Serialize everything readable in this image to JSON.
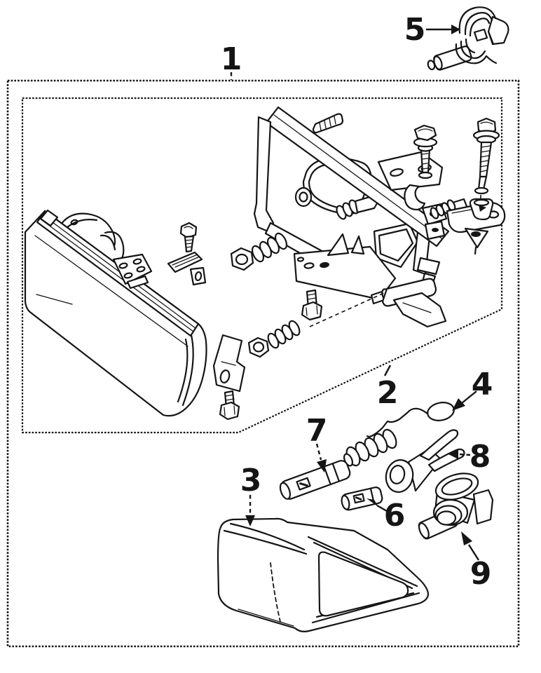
{
  "colors": {
    "ink": "#151515",
    "paper": "#ffffff"
  },
  "diagram": {
    "type": "exploded-parts-diagram",
    "subject": "Headlamp and fog lamp assembly",
    "callouts": [
      {
        "number": "1",
        "part": "headlamp-assembly-box"
      },
      {
        "number": "2",
        "part": "mounting-bracket-panel"
      },
      {
        "number": "3",
        "part": "fog-lamp-unit"
      },
      {
        "number": "4",
        "part": "adjuster-cap"
      },
      {
        "number": "5",
        "part": "headlamp-bulb-and-socket"
      },
      {
        "number": "6",
        "part": "small-bulb"
      },
      {
        "number": "7",
        "part": "bulb-holder"
      },
      {
        "number": "8",
        "part": "wiring-socket-clip"
      },
      {
        "number": "9",
        "part": "fog-lamp-bulb-socket"
      }
    ]
  }
}
